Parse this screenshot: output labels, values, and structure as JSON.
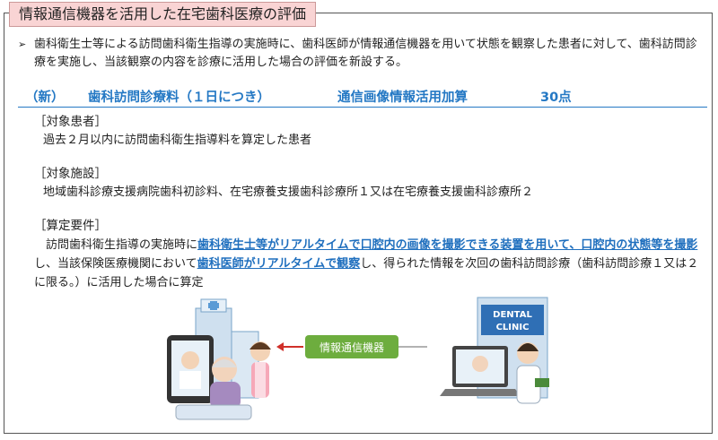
{
  "title": "情報通信機器を活用した在宅歯科医療の評価",
  "intro": {
    "bullet_icon": "triangle-arrow-icon",
    "text": "歯科衛生士等による訪問歯科衛生指導の実施時に、歯科医師が情報通信機器を用いて状態を観察した患者に対して、歯科訪問診療を実施し、当該観察の内容を診療に活用した場合の評価を新設する。"
  },
  "heading": {
    "tag": "（新）",
    "item": "歯科訪問診療料（１日につき）",
    "addition": "通信画像情報活用加算",
    "points": "30点"
  },
  "target_patient": {
    "label": "［対象患者］",
    "text": "過去２月以内に訪問歯科衛生指導料を算定した患者"
  },
  "target_facility": {
    "label": "［対象施設］",
    "text": "地域歯科診療支援病院歯科初診料、在宅療養支援歯科診療所１又は在宅療養支援歯科診療所２"
  },
  "requirements": {
    "label": "［算定要件］",
    "part1": "訪問歯科衛生指導の実施時に",
    "hl1": "歯科衛生士等がリアルタイムで口腔内の画像を撮影できる装置を用いて、口腔内の状態等を撮影",
    "part2": "し、当該保険医療機関において",
    "hl2": "歯科医師がリアルタイムで観察",
    "part3": "し、得られた情報を次回の歯科訪問診療（歯科訪問診療１又は２に限る。）に活用した場合に算定"
  },
  "illustration": {
    "device_label": "情報通信機器",
    "clinic_sign_line1": "DENTAL",
    "clinic_sign_line2": "CLINIC",
    "colors": {
      "device_box": "#6dad3e",
      "arrow": "#d0302a",
      "hospital": "#cfe0ef",
      "clinic_sign": "#2f6fb5"
    }
  }
}
